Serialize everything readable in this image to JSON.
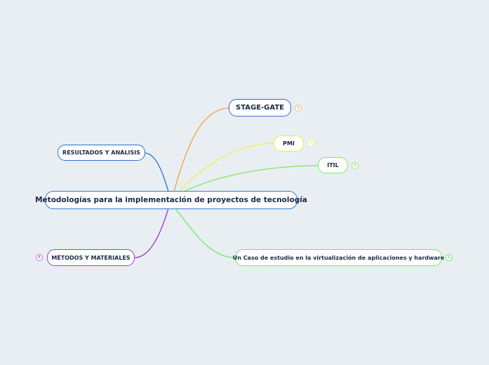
{
  "root": {
    "label": "Metodologías para la implementación de proyectos de tecnología",
    "color": "#2d7fd6"
  },
  "nodes": {
    "stage_gate": {
      "label": "STAGE-GATE",
      "color": "#2d6fd1",
      "link": "#f0a140",
      "badge": "3",
      "badge_color": "#f2c08a"
    },
    "pmi": {
      "label": "PMI",
      "color": "#e8ee3a",
      "link": "#eef050",
      "badge": "1",
      "badge_color": "#eef080"
    },
    "itil": {
      "label": "ITIL",
      "color": "#7ee85a",
      "link": "#7ee85a",
      "badge": "2",
      "badge_color": "#9ee87a"
    },
    "caso": {
      "label": "Un Caso de estudio en la virtualización de aplicaciones y hardware",
      "color": "#6ee86a",
      "link": "#6ee86a",
      "badge": "1",
      "badge_color": "#6ee86a"
    },
    "resultados": {
      "label": "RESULTADOS Y ANÁLISIS",
      "color": "#2d6fd1",
      "link": "#2d6fd1"
    },
    "metodos": {
      "label": "MÉTODOS Y MATERIALES",
      "color": "#a238d8",
      "link": "#a238d8",
      "badge": "4",
      "badge_color": "#c07ae8"
    }
  }
}
